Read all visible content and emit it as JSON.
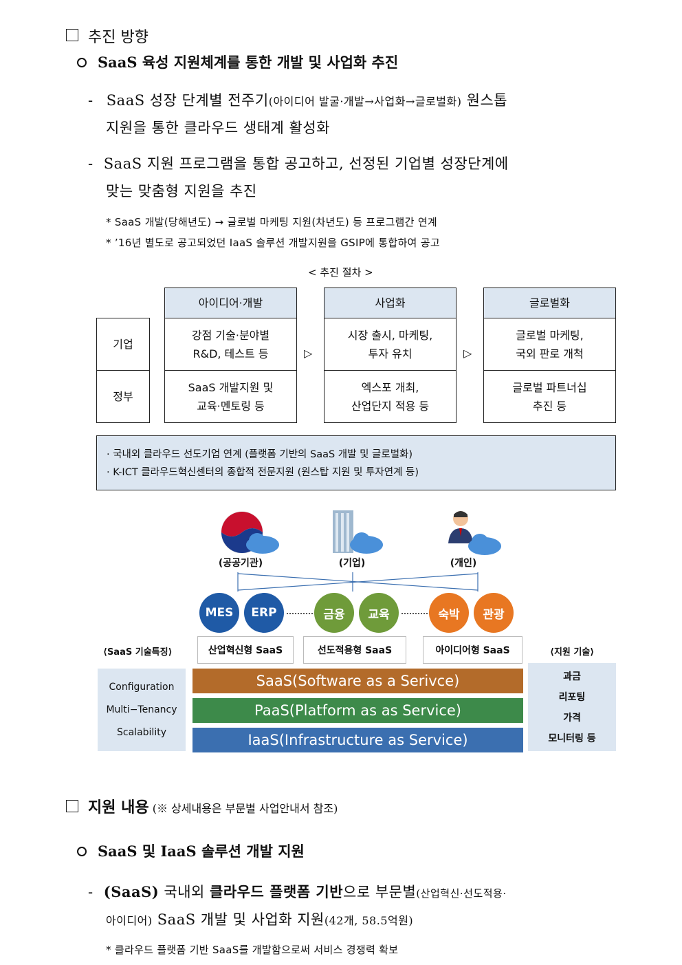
{
  "section1": {
    "title": "추진 방향",
    "bullet": "SaaS 육성 지원체계를 통한 개발 및 사업화 추진",
    "items": [
      {
        "dash": "-",
        "lead": "SaaS 성장 단계별 전주기",
        "paren": "(아이디어 발굴·개발→사업화→글로벌화)",
        "tail": " 원스톱",
        "line2": "지원을 통한 클라우드 생태계 활성화"
      },
      {
        "dash": "-",
        "line1": "SaaS 지원 프로그램을 통합 공고하고, 선정된 기업별 성장단계에",
        "line2": "맞는 맞춤형 지원을 추진"
      }
    ],
    "notes": [
      "* SaaS 개발(당해년도) → 글로벌 마케팅 지원(차년도) 등 프로그램간 연계",
      "* ’16년 별도로 공고되었던 IaaS 솔루션 개발지원을 GSIP에 통합하여 공고"
    ]
  },
  "procedure": {
    "caption": "< 추진 절차 >",
    "stages": [
      "아이디어·개발",
      "사업화",
      "글로벌화"
    ],
    "rows": [
      {
        "label": "기업",
        "cells": [
          "강점 기술·분야별\nR&D, 테스트 등",
          "시장 출시, 마케팅,\n투자 유치",
          "글로벌 마케팅,\n국외 판로 개척"
        ]
      },
      {
        "label": "정부",
        "cells": [
          "SaaS 개발지원 및\n교육·멘토링 등",
          "엑스포 개최,\n산업단지 적용 등",
          "글로벌 파트너십\n추진 등"
        ]
      }
    ],
    "arrow": "▷",
    "summary": [
      "· 국내외 클라우드 선도기업 연계 (플랫폼 기반의 SaaS 개발 및 글로벌화)",
      "· K-ICT 클라우드혁신센터의 종합적 전문지원 (원스탑 지원 및 투자연계 등)"
    ]
  },
  "diagram": {
    "icons": [
      {
        "icon": "government-emblem-icon",
        "label": "(공공기관)"
      },
      {
        "icon": "building-icon",
        "label": "(기업)"
      },
      {
        "icon": "person-icon",
        "label": "(개인)"
      }
    ],
    "circles": [
      {
        "label": "MES",
        "color": "#1f5aa6"
      },
      {
        "label": "ERP",
        "color": "#1f5aa6"
      },
      {
        "label": "금융",
        "color": "#6f9b3a"
      },
      {
        "label": "교육",
        "color": "#6f9b3a"
      },
      {
        "label": "숙박",
        "color": "#e87722"
      },
      {
        "label": "관광",
        "color": "#e87722"
      }
    ],
    "saas_types": [
      "산업혁신형 SaaS",
      "선도적용형 SaaS",
      "아이디어형 SaaS"
    ],
    "left_title": "⟨SaaS 기술특징⟩",
    "right_title": "⟨지원 기술⟩",
    "features": [
      "Configuration",
      "Multi−Tenancy",
      "Scalability"
    ],
    "layers": [
      {
        "label": "SaaS(Software as a Serivce)",
        "color": "#b36b2a"
      },
      {
        "label": "PaaS(Platform as as Service)",
        "color": "#3d8a4a"
      },
      {
        "label": "IaaS(Infrastructure as Service)",
        "color": "#3b6fb0"
      }
    ],
    "support": [
      "과금",
      "리포팅",
      "가격",
      "모니터링 등"
    ]
  },
  "section2": {
    "title": "지원 내용",
    "title_note": "(※ 상세내용은 부문별 사업안내서 참조)",
    "bullet": "SaaS 및 IaaS 솔루션 개발 지원",
    "item": {
      "dash": "-",
      "bold_lead": "(SaaS)",
      "part1": " 국내외 ",
      "bold_mid": "클라우드 플랫폼 기반",
      "part2": "으로 부문별",
      "paren": "(산업혁신·선도적용·",
      "line2a": "아이디어)",
      "line2b": " SaaS 개발 및 사업화 지원",
      "line2c": "(42개, 58.5억원)"
    },
    "note": "* 클라우드 플랫폼 기반 SaaS를 개발함으로써 서비스 경쟁력 확보"
  }
}
